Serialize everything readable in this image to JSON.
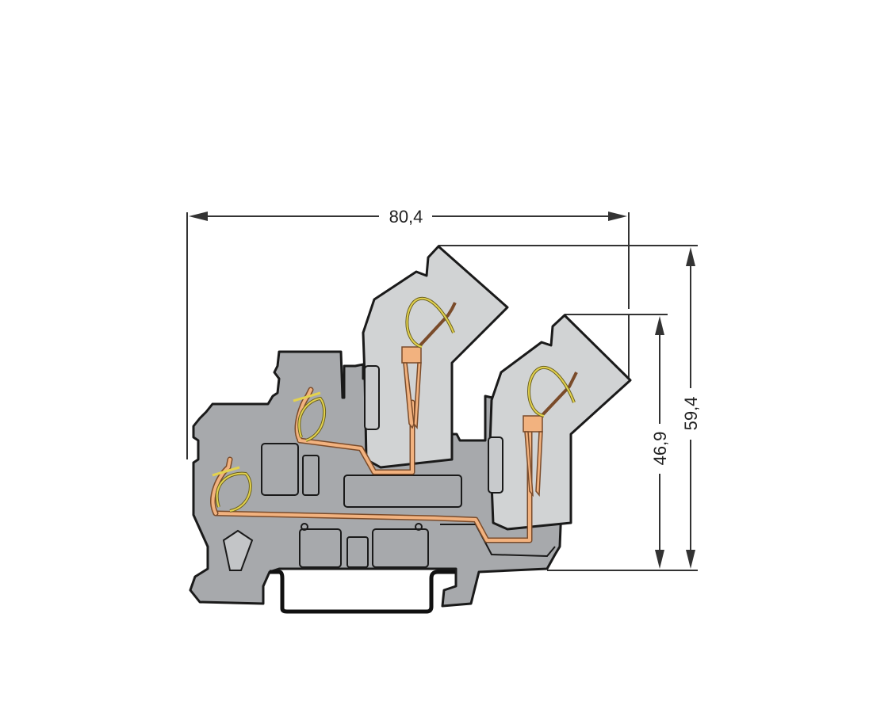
{
  "diagram": {
    "type": "technical-dimension-drawing",
    "subject": "DIN-rail terminal block (side view)",
    "dimensions": {
      "width": {
        "label": "80,4",
        "orientation": "horizontal"
      },
      "height_inner": {
        "label": "46,9",
        "orientation": "vertical"
      },
      "height_total": {
        "label": "59,4",
        "orientation": "vertical"
      }
    },
    "colors": {
      "housing_dark": "#a7a9ac",
      "housing_light": "#d1d3d4",
      "outline": "#1a1a1a",
      "conductor": "#f2b27f",
      "spring": "#d9c84a",
      "dim_line": "#333333",
      "rail": "#111111"
    }
  }
}
